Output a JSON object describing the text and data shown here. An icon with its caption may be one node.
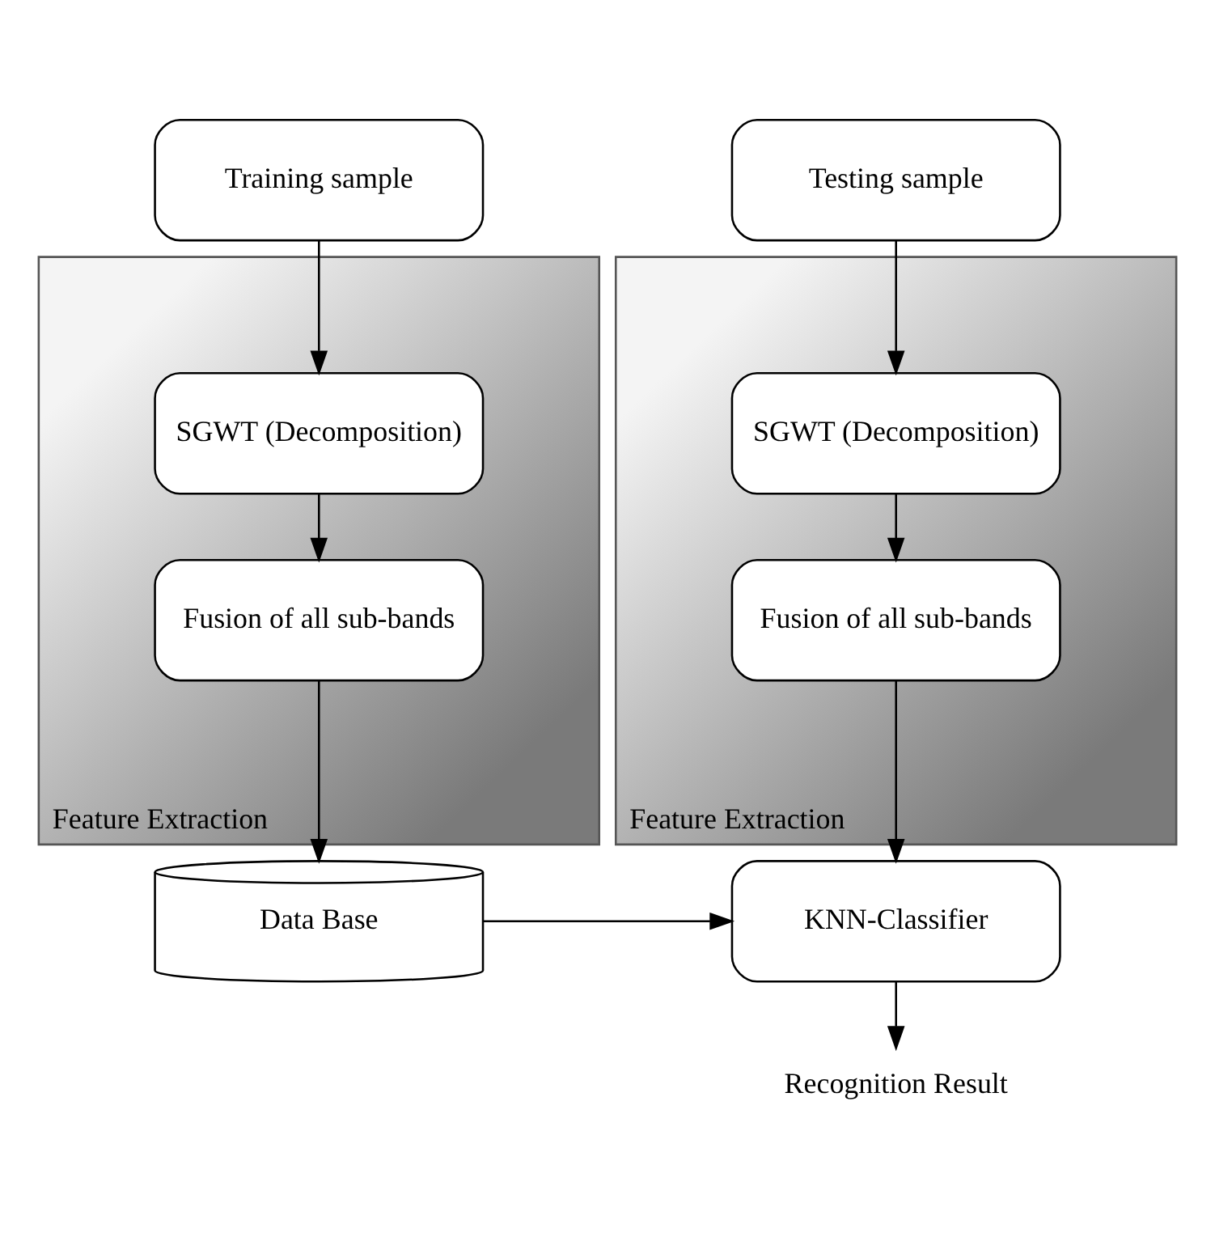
{
  "diagram": {
    "nodes": [
      {
        "text": [
          "Training sample"
        ]
      },
      {
        "text": [
          "Testing sample"
        ]
      },
      {
        "text": [
          "Feature Extraction"
        ]
      },
      {
        "text": [
          "SGWT (Decomposition)"
        ],
        "in": 2
      },
      {
        "text": [
          "Fusion of all sub-bands"
        ],
        "in": 2
      },
      {
        "text": [
          "Feature Extraction"
        ]
      },
      {
        "text": [
          "SGWT (Decomposition)"
        ],
        "in": 5
      },
      {
        "text": [
          "Fusion of all sub-bands"
        ],
        "in": 5
      },
      {
        "text": [
          "Data Base"
        ]
      },
      {
        "text": [
          "KNN-Classifier"
        ]
      },
      {
        "text": [
          "Recognition Result"
        ]
      }
    ],
    "edges": [
      {
        "from": 0,
        "to": 3,
        "arrow": "to"
      },
      {
        "from": 3,
        "to": 4,
        "arrow": "to"
      },
      {
        "from": 4,
        "to": 8,
        "arrow": "to"
      },
      {
        "from": 1,
        "to": 6,
        "arrow": "to"
      },
      {
        "from": 6,
        "to": 7,
        "arrow": "to"
      },
      {
        "from": 7,
        "to": 9,
        "arrow": "to"
      },
      {
        "from": 8,
        "to": 9,
        "arrow": "to"
      },
      {
        "from": 9,
        "to": 10,
        "arrow": "to"
      }
    ]
  }
}
